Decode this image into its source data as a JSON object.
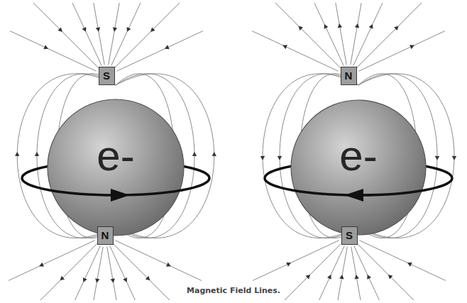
{
  "diagram": {
    "caption": "Magnetic Field Lines.",
    "nodes": [
      {
        "text": [
          "S"
        ]
      },
      {
        "text": [
          "e-"
        ]
      },
      {
        "text": [
          "N"
        ]
      },
      {
        "text": [
          "N"
        ]
      },
      {
        "text": [
          "e-"
        ]
      },
      {
        "text": [
          "S"
        ]
      }
    ]
  }
}
